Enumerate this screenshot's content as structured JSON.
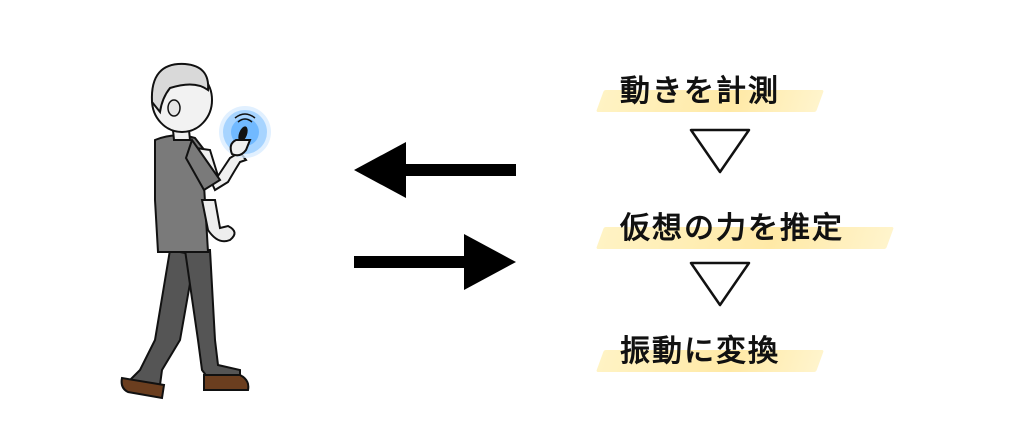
{
  "steps": [
    {
      "label": "動きを計測"
    },
    {
      "label": "仮想の力を推定"
    },
    {
      "label": "振動に変換"
    }
  ],
  "colors": {
    "highlight": "#ffe9a6",
    "arrow": "#000000",
    "device_glow": "#4aa3ff",
    "shirt": "#7a7a7a",
    "pants": "#555555",
    "shoes": "#6b3e1f"
  },
  "icons": {
    "person": "walking-person-illustration",
    "device": "handheld-device-icon",
    "arrow_left": "arrow-left-icon",
    "arrow_right": "arrow-right-icon",
    "triangle": "triangle-down-outline-icon"
  }
}
